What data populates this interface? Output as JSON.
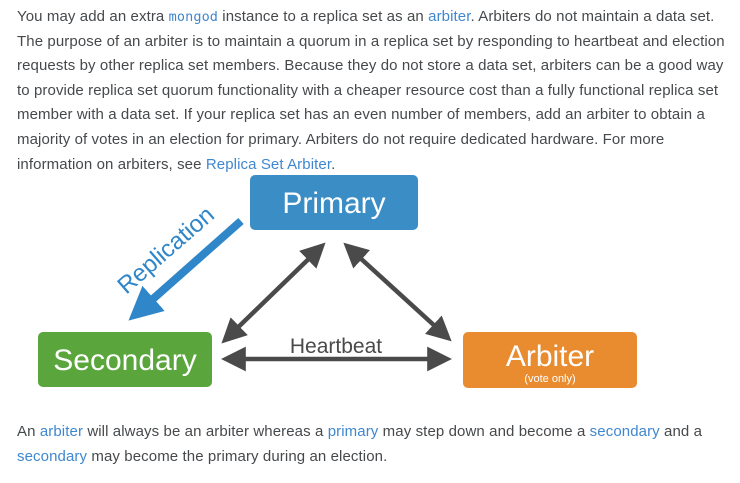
{
  "paragraph1": {
    "segments": [
      {
        "text": "You may add an extra "
      },
      {
        "text": "mongod"
      },
      {
        "text": " instance to a replica set as an "
      },
      {
        "text": "arbiter"
      },
      {
        "text": ". Arbiters do not maintain a data set. The purpose of an arbiter is to maintain a quorum in a replica set by responding to heartbeat and election requests by other replica set members. Because they do not store a data set, arbiters can be a good way to provide replica set quorum functionality with a cheaper resource cost than a fully functional replica set member with a data set. If your replica set has an even number of members, add an arbiter to obtain a majority of votes in an election for primary. Arbiters do not require dedicated hardware. For more information on arbiters, see "
      },
      {
        "text": "Replica Set Arbiter"
      },
      {
        "text": "."
      }
    ]
  },
  "paragraph2": {
    "segments": [
      {
        "text": "An "
      },
      {
        "text": "arbiter"
      },
      {
        "text": " will always be an arbiter whereas a "
      },
      {
        "text": "primary"
      },
      {
        "text": " may step down and become a "
      },
      {
        "text": "secondary"
      },
      {
        "text": " and a "
      },
      {
        "text": "secondary"
      },
      {
        "text": " may become the primary during an election."
      }
    ]
  },
  "diagram": {
    "primary_label": "Primary",
    "secondary_label": "Secondary",
    "arbiter_label": "Arbiter",
    "arbiter_sublabel": "(vote only)",
    "replication_label": "Replication",
    "heartbeat_label": "Heartbeat",
    "colors": {
      "primary_box": "#3b8dc6",
      "secondary_box": "#5aa53c",
      "arbiter_box": "#e98c2f",
      "replication_arrow": "#2f86c8",
      "heartbeat_arrow": "#4a4a4a"
    }
  },
  "text_colors": {
    "body": "#46494c",
    "link": "#3f87cf"
  }
}
